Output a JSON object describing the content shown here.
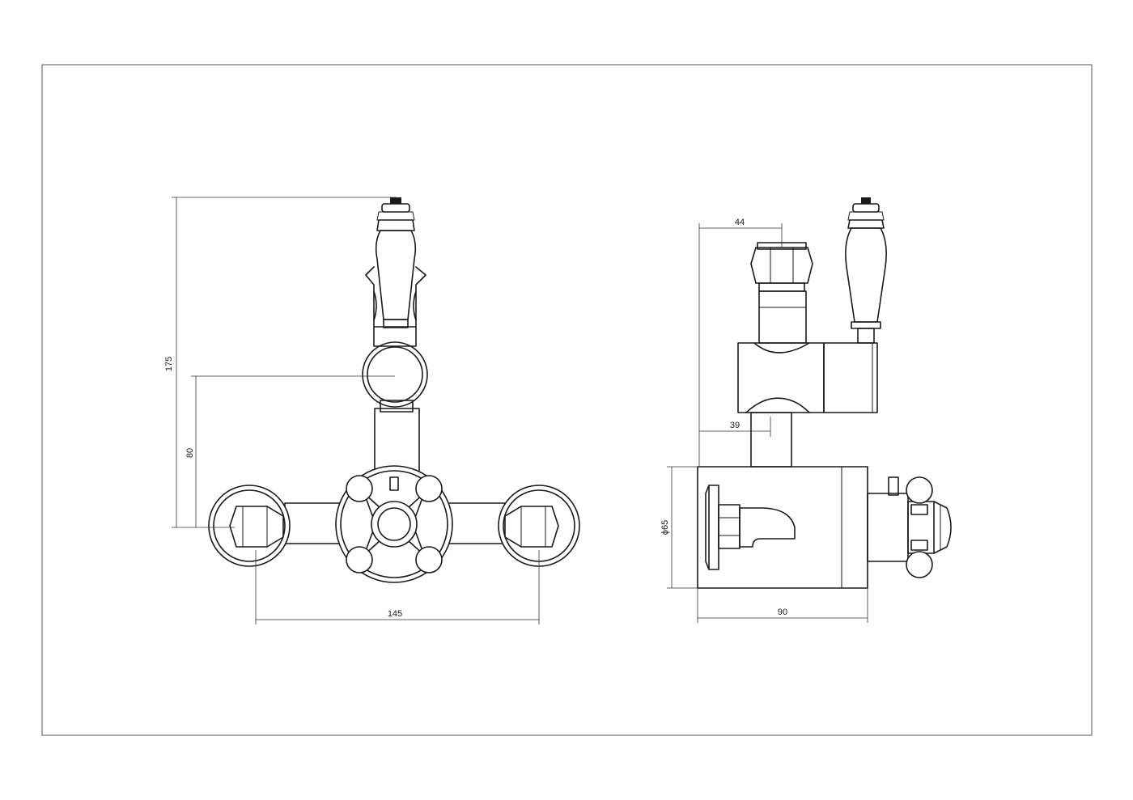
{
  "drawing": {
    "line_color": "#1a1a1a",
    "background": "#ffffff"
  },
  "dimensions": {
    "overall_height": "175",
    "outlet_height": "80",
    "inlet_centres": "145",
    "top_offset": "44",
    "outlet_offset": "39",
    "body_diameter": "ϕ65",
    "projection_depth": "90"
  }
}
